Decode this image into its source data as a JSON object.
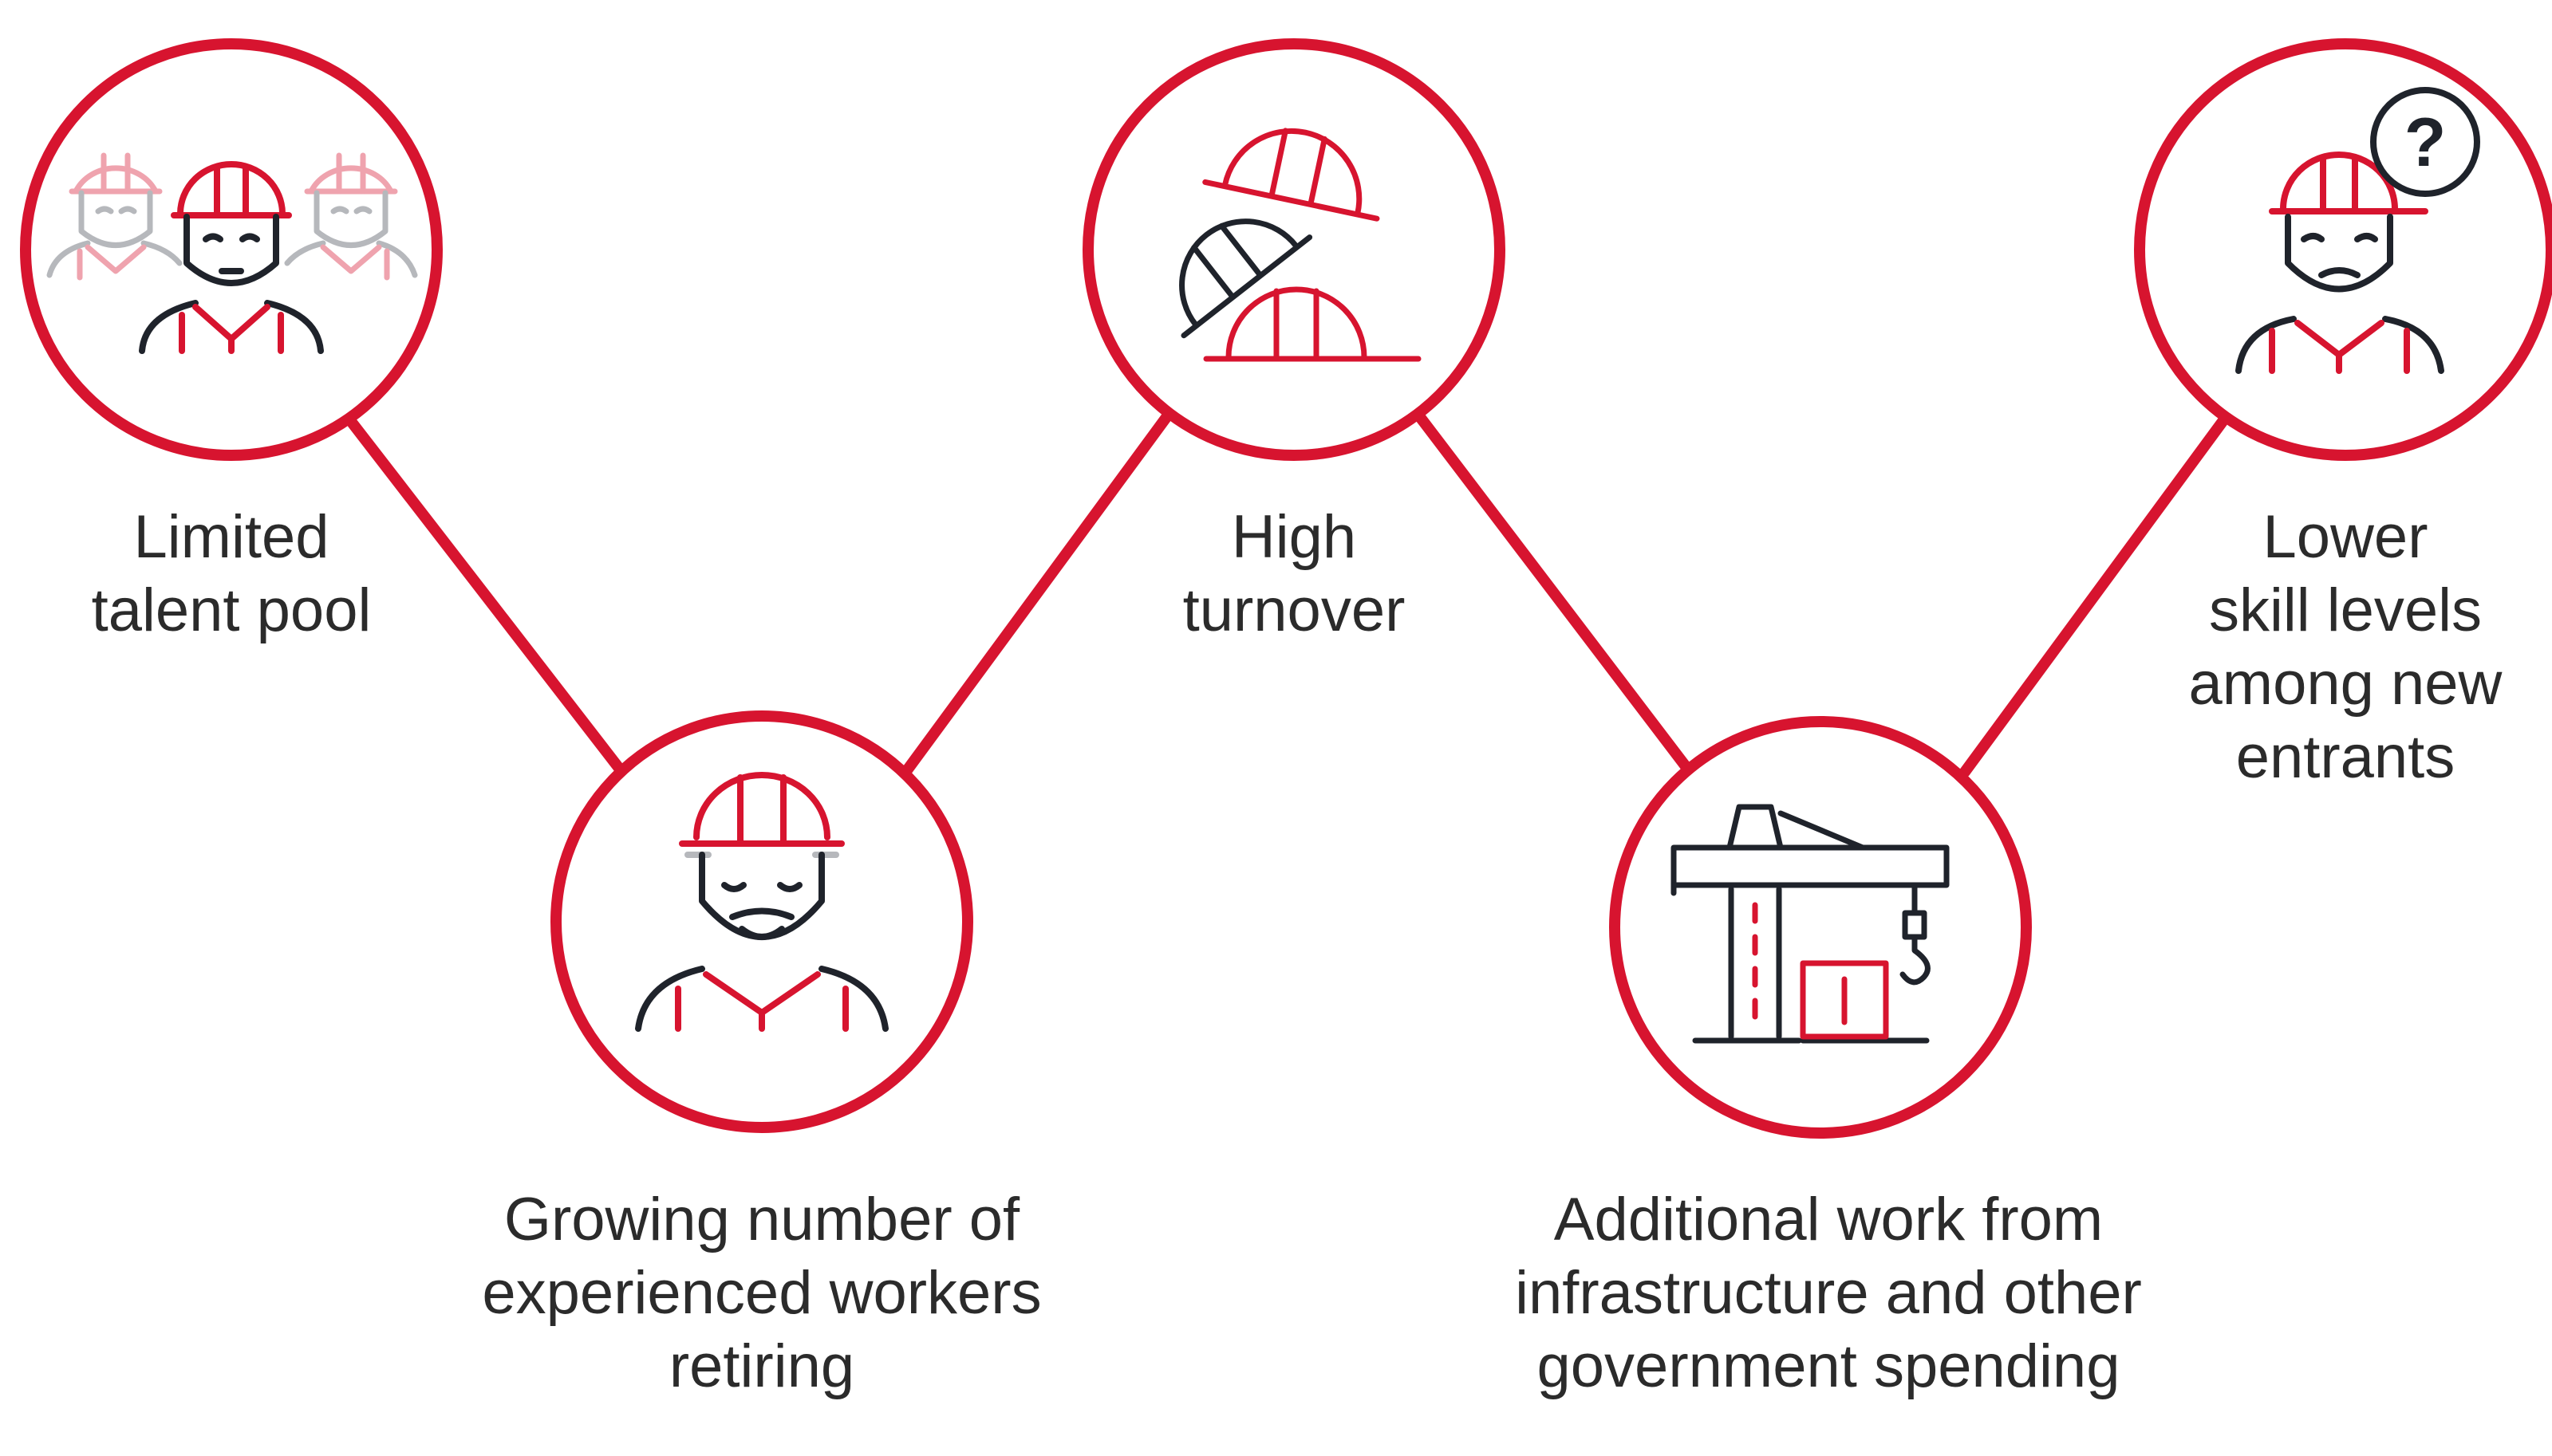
{
  "colors": {
    "accent": "#d7142f",
    "accent_light": "#efa3ae",
    "ink": "#1f232b",
    "ink_light": "#b6b8bc",
    "text": "#2b2b2b"
  },
  "nodes": [
    {
      "id": "limited-talent-pool",
      "icon": "worker-group-icon",
      "label_lines": [
        "Limited",
        "talent pool"
      ]
    },
    {
      "id": "retiring-workers",
      "icon": "elderly-worker-icon",
      "label_lines": [
        "Growing number of",
        "experienced workers",
        "retiring"
      ]
    },
    {
      "id": "high-turnover",
      "icon": "falling-hardhats-icon",
      "label_lines": [
        "High",
        "turnover"
      ]
    },
    {
      "id": "additional-work",
      "icon": "construction-crane-icon",
      "label_lines": [
        "Additional work from",
        "infrastructure and other",
        "government spending"
      ]
    },
    {
      "id": "lower-skill-levels",
      "icon": "confused-worker-icon",
      "label_lines": [
        "Lower",
        "skill levels",
        "among new",
        "entrants"
      ]
    }
  ],
  "question_mark": "?"
}
